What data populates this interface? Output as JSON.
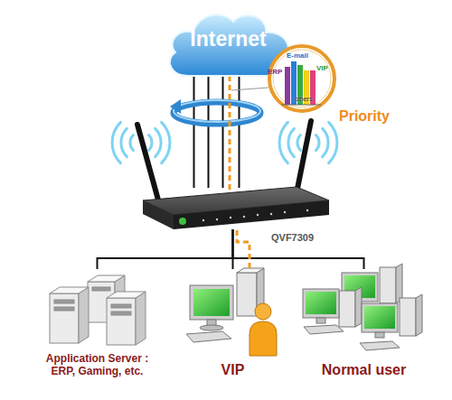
{
  "diagram": {
    "nodes": [
      {
        "text": [
          "Internet"
        ]
      },
      {
        "text": [
          "E-mail",
          "ERP",
          "VIP",
          "others",
          "Priority"
        ]
      },
      {
        "text": [
          "QVF7309"
        ]
      },
      {
        "text": [
          "Application Server : ERP, Gaming, etc."
        ]
      },
      {
        "text": [
          "VIP"
        ]
      },
      {
        "text": [
          "Normal user"
        ]
      }
    ],
    "edges": [
      {
        "from": 0,
        "to": 2,
        "arrow": "none"
      },
      {
        "from": 2,
        "to": 3,
        "arrow": "none"
      },
      {
        "from": 2,
        "to": 4,
        "arrow": "none"
      },
      {
        "from": 2,
        "to": 5,
        "arrow": "none"
      }
    ]
  }
}
